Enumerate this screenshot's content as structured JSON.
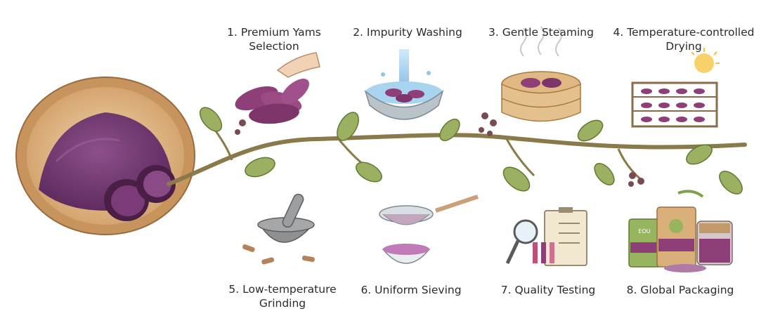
{
  "steps": [
    {
      "number": "1.",
      "title": [
        "Premium Yams",
        "Selection"
      ]
    },
    {
      "number": "2.",
      "title": [
        "Impurity Washing"
      ]
    },
    {
      "number": "3.",
      "title": [
        "Gentle Steaming"
      ]
    },
    {
      "number": "4.",
      "title": [
        "Temperature-controlled",
        "Drying"
      ]
    },
    {
      "number": "5.",
      "title": [
        "Low-temperature",
        "Grinding"
      ]
    },
    {
      "number": "6.",
      "title": [
        "Uniform Sieving"
      ]
    },
    {
      "number": "7.",
      "title": [
        "Quality Testing"
      ]
    },
    {
      "number": "8.",
      "title": [
        "Global Packaging"
      ]
    }
  ],
  "bag_label": "EOU",
  "colors": {
    "purple_powder": "#7a3f78",
    "yam_skin": "#8e3f78",
    "vine": "#8a7a4a",
    "leaf": "#8ea35a",
    "wood": "#e0b884",
    "metal": "#b9c3c9",
    "water": "#8fc4e6"
  }
}
